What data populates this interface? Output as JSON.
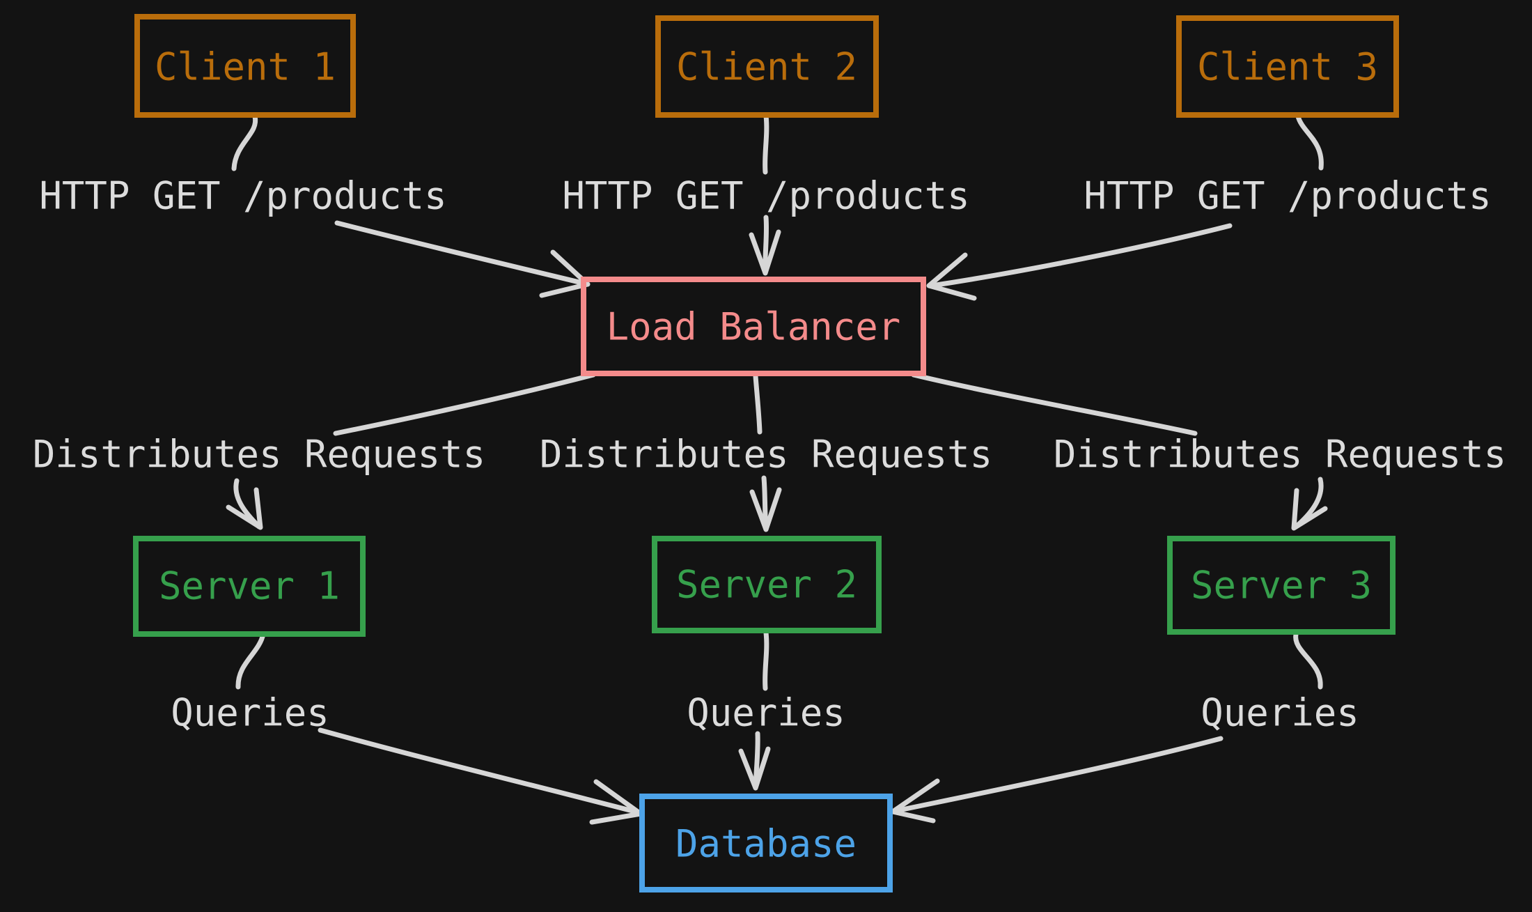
{
  "colors": {
    "background": "#131313",
    "connector": "#d6d6d6",
    "edge_label_text": "#dcdcdc",
    "client": "#b96d0b",
    "load_balancer": "#f48b8b",
    "server": "#36a04c",
    "database": "#4da3e8"
  },
  "nodes": [
    {
      "id": "client-1",
      "label": "Client 1"
    },
    {
      "id": "client-2",
      "label": "Client 2"
    },
    {
      "id": "client-3",
      "label": "Client 3"
    },
    {
      "id": "load-balancer",
      "label": "Load Balancer"
    },
    {
      "id": "server-1",
      "label": "Server 1"
    },
    {
      "id": "server-2",
      "label": "Server 2"
    },
    {
      "id": "server-3",
      "label": "Server 3"
    },
    {
      "id": "database",
      "label": "Database"
    }
  ],
  "edge_labels": [
    {
      "text": "HTTP GET /products"
    },
    {
      "text": "HTTP GET /products"
    },
    {
      "text": "HTTP GET /products"
    },
    {
      "text": "Distributes Requests"
    },
    {
      "text": "Distributes Requests"
    },
    {
      "text": "Distributes Requests"
    },
    {
      "text": "Queries"
    },
    {
      "text": "Queries"
    },
    {
      "text": "Queries"
    }
  ],
  "edges": [
    {
      "from": "Client 1",
      "to": "Load Balancer",
      "label": "HTTP GET /products"
    },
    {
      "from": "Client 2",
      "to": "Load Balancer",
      "label": "HTTP GET /products"
    },
    {
      "from": "Client 3",
      "to": "Load Balancer",
      "label": "HTTP GET /products"
    },
    {
      "from": "Load Balancer",
      "to": "Server 1",
      "label": "Distributes Requests"
    },
    {
      "from": "Load Balancer",
      "to": "Server 2",
      "label": "Distributes Requests"
    },
    {
      "from": "Load Balancer",
      "to": "Server 3",
      "label": "Distributes Requests"
    },
    {
      "from": "Server 1",
      "to": "Database",
      "label": "Queries"
    },
    {
      "from": "Server 2",
      "to": "Database",
      "label": "Queries"
    },
    {
      "from": "Server 3",
      "to": "Database",
      "label": "Queries"
    }
  ]
}
